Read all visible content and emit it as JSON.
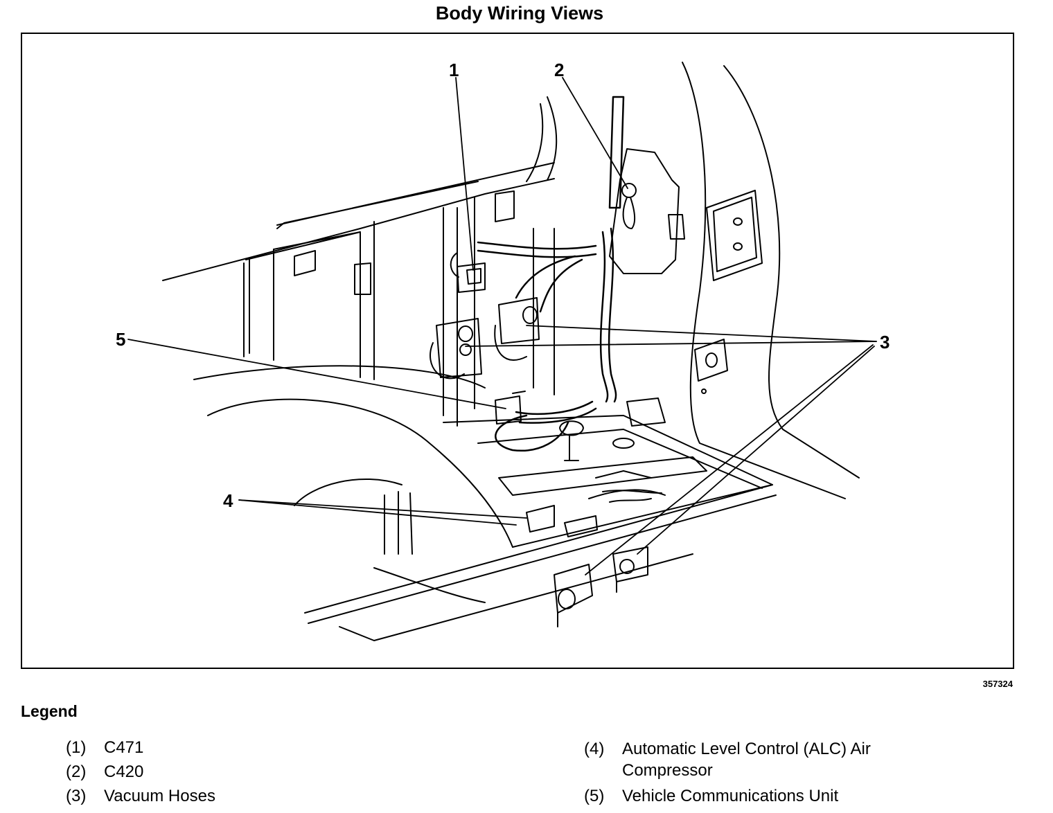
{
  "title": "Body Wiring Views",
  "figure_id": "357324",
  "callouts": [
    "1",
    "2",
    "3",
    "4",
    "5"
  ],
  "legend": {
    "heading": "Legend",
    "items": [
      {
        "num": "(1)",
        "text": "C471"
      },
      {
        "num": "(2)",
        "text": "C420"
      },
      {
        "num": "(3)",
        "text": "Vacuum Hoses"
      },
      {
        "num": "(4)",
        "text": "Automatic Level Control (ALC) Air Compressor"
      },
      {
        "num": "(5)",
        "text": "Vehicle Communications Unit"
      }
    ]
  }
}
